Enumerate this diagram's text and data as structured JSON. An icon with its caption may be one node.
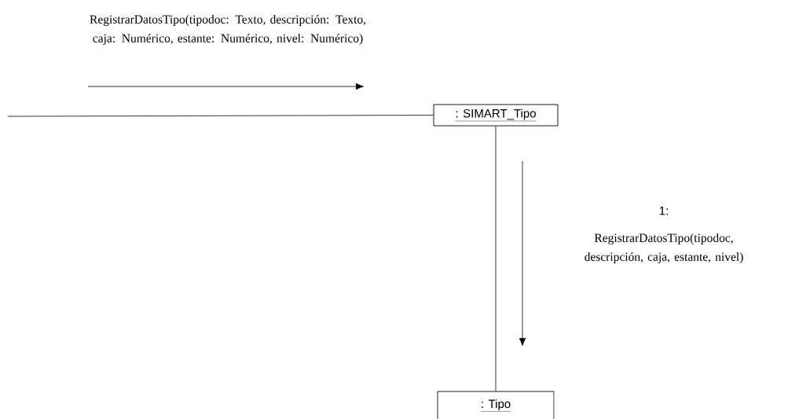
{
  "diagram": {
    "nodes": [
      {
        "text": [
          ": SIMART_Tipo"
        ]
      },
      {
        "text": [
          ": Tipo"
        ]
      }
    ],
    "edges": [
      {
        "from": null,
        "to": 0,
        "arrow": "none"
      },
      {
        "from": 0,
        "to": 1,
        "arrow": "none"
      }
    ],
    "labels": [
      "RegistrarDatosTipo(tipodoc: Texto, descripción: Texto, caja: Numérico, estante: Numérico, nivel: Numérico)",
      "1:",
      "RegistrarDatosTipo(tipodoc, descripción, caja, estante, nivel)"
    ]
  }
}
